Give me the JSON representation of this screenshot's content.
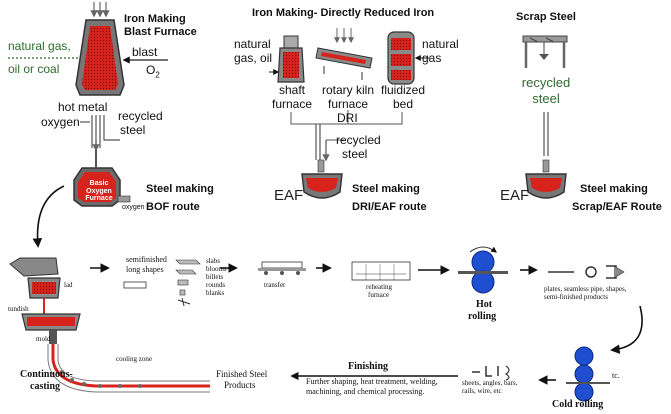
{
  "top": {
    "bf_title_1": "Iron Making",
    "bf_title_2": "Blast Furnace",
    "bf_fuel_1": "natural gas,",
    "bf_fuel_2": "oil or coal",
    "bf_blast": "blast",
    "bf_o2": "O",
    "bf_o2_sub": "2",
    "bf_hot_metal": "hot metal",
    "bf_oxygen": "oxygen",
    "bf_recycled_1": "recycled",
    "bf_recycled_2": "steel",
    "bof_label": "Basic Oxygen Furnace",
    "bof_oxygen": "oxygen",
    "bof_step_1": "Steel making",
    "bof_step_2": "BOF route",
    "dri_title": "Iron Making- Directly Reduced Iron",
    "dri_fuel_1": "natural",
    "dri_fuel_2": "gas, oil",
    "dri_shaft_1": "shaft",
    "dri_shaft_2": "furnace",
    "dri_kiln_1": "rotary kiln",
    "dri_kiln_2": "furnace",
    "dri_bed_1": "fluidized",
    "dri_bed_2": "bed",
    "dri_gas_1": "natural",
    "dri_gas_2": "gas",
    "dri_label": "DRI",
    "dri_recycled_1": "recycled",
    "dri_recycled_2": "steel",
    "dri_eaf": "EAF",
    "dri_step_1": "Steel making",
    "dri_step_2": "DRI/EAF route",
    "scrap_title": "Scrap Steel",
    "scrap_rec_1": "recycled",
    "scrap_rec_2": "steel",
    "scrap_eaf": "EAF",
    "scrap_step_1": "Steel making",
    "scrap_step_2": "Scrap/EAF Route"
  },
  "bottom": {
    "lad": "lad",
    "tundish": "tundish",
    "mold": "mold",
    "cooling_zone": "cooling zone",
    "cc_1": "Continuous-",
    "cc_2": "casting",
    "semi_1": "semifinished",
    "semi_2": "long shapes",
    "shapes_1": "slabs",
    "shapes_2": "blooms",
    "shapes_3": "billets",
    "shapes_4": "rounds",
    "shapes_5": "blanks",
    "transfer": "transfer",
    "reheat_1": "reheating",
    "reheat_2": "furnace",
    "hot_1": "Hot",
    "hot_2": "rolling",
    "prod_1": "plates, seamless pipe, shapes,",
    "prod_2": "semi-finished products",
    "cold_label": "Cold rolling",
    "cold_etc": "tc.",
    "sheets_1": "sheets, angles, bars,",
    "sheets_2": "rails, wire, etc",
    "finishing": "Finishing",
    "fin_1": "Further shaping, heat treatment, welding,",
    "fin_2": "machining, and chemical processing.",
    "finished_1": "Finished Steel",
    "finished_2": "Products"
  },
  "colors": {
    "molten": "#e0201a",
    "roller": "#1f4fd0",
    "metal": "#9a9a9a",
    "dark": "#333333"
  }
}
